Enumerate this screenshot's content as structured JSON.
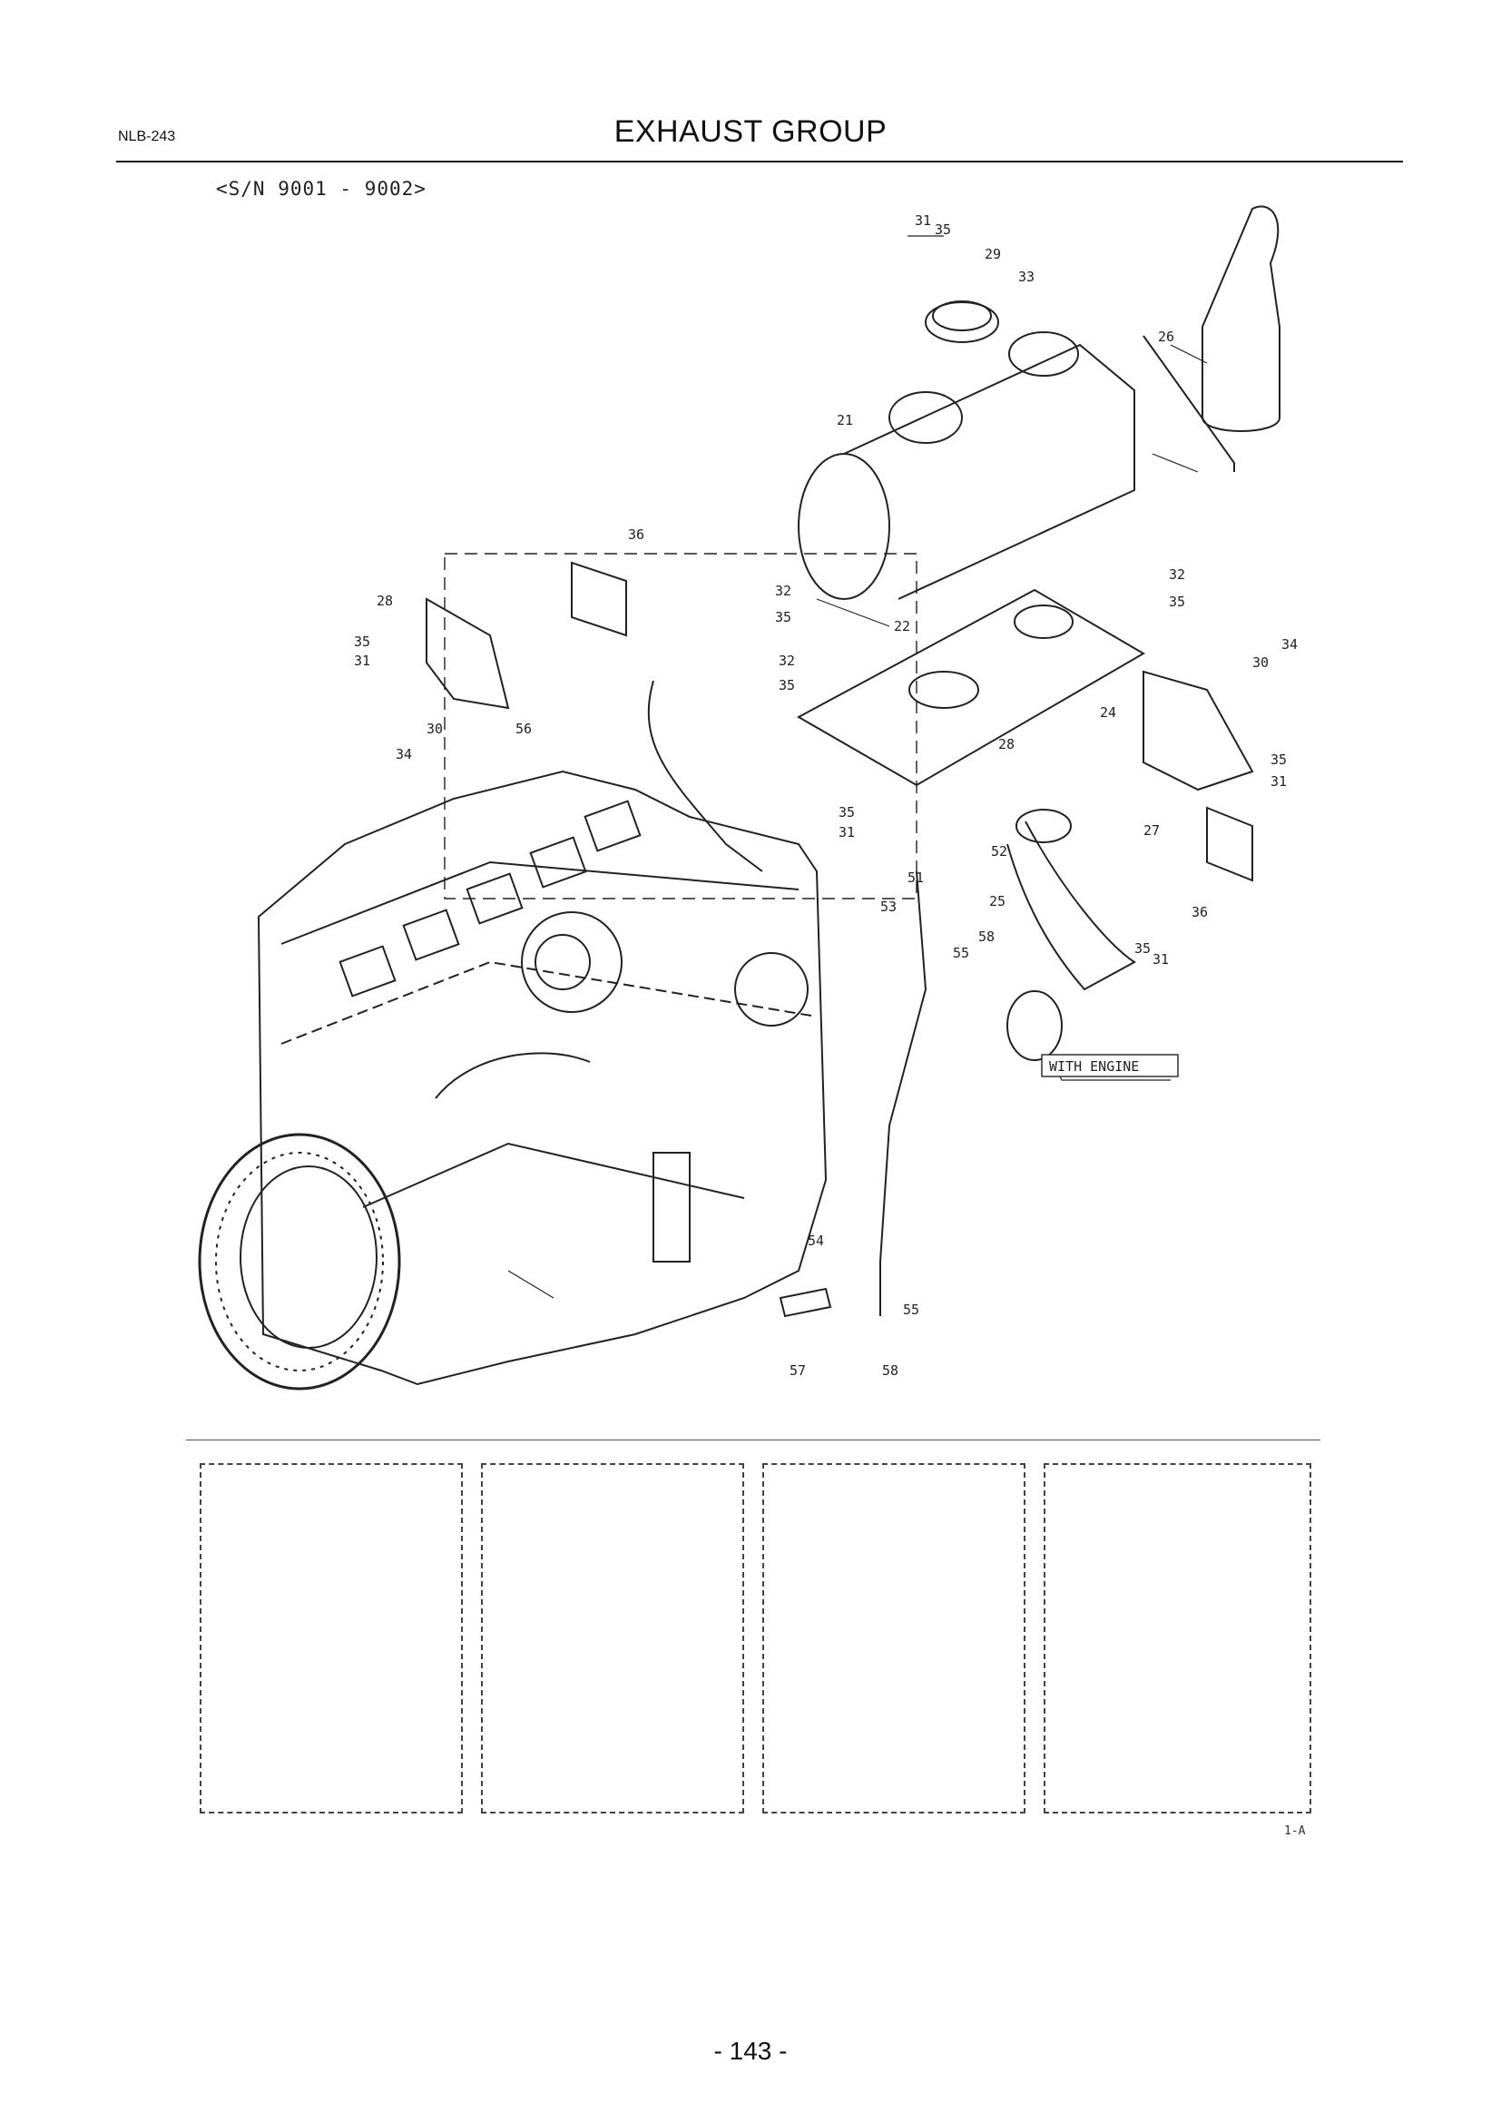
{
  "header": {
    "doc_code": "NLB-243",
    "title": "EXHAUST GROUP"
  },
  "serial_range": "<S/N 9001 - 9002>",
  "callouts": [
    "31",
    "35",
    "29",
    "33",
    "26",
    "21",
    "36",
    "28",
    "32",
    "35",
    "32",
    "35",
    "22",
    "35",
    "31",
    "32",
    "35",
    "30",
    "34",
    "24",
    "35",
    "31",
    "56",
    "30",
    "34",
    "28",
    "35",
    "31",
    "52",
    "27",
    "51",
    "53",
    "25",
    "36",
    "58",
    "55",
    "35",
    "31",
    "54",
    "55",
    "57",
    "58"
  ],
  "note_label": "WITH ENGINE",
  "figure_ref": "1-A",
  "note_boxes": [
    {
      "id": 1
    },
    {
      "id": 2
    },
    {
      "id": 3
    },
    {
      "id": 4
    }
  ],
  "footer": {
    "page_number": "- 143 -"
  }
}
